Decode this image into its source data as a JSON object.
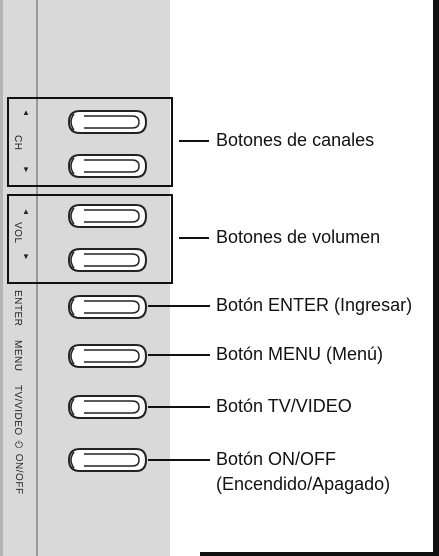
{
  "panel": {
    "ch_label": "CH",
    "vol_label": "VOL",
    "enter_label": "ENTER",
    "menu_label": "MENU",
    "tvvideo_label": "TV/VIDEO",
    "onoff_label": "⏻ ON/OFF",
    "up_arrow": "▲",
    "down_arrow": "▼"
  },
  "callouts": {
    "channels": "Botones de canales",
    "volume": "Botones de volumen",
    "enter": "Botón ENTER (Ingresar)",
    "menu": "Botón MENU (Menú)",
    "tvvideo": "Botón TV/VIDEO",
    "onoff_line1": "Botón ON/OFF",
    "onoff_line2": "(Encendido/Apagado)"
  }
}
